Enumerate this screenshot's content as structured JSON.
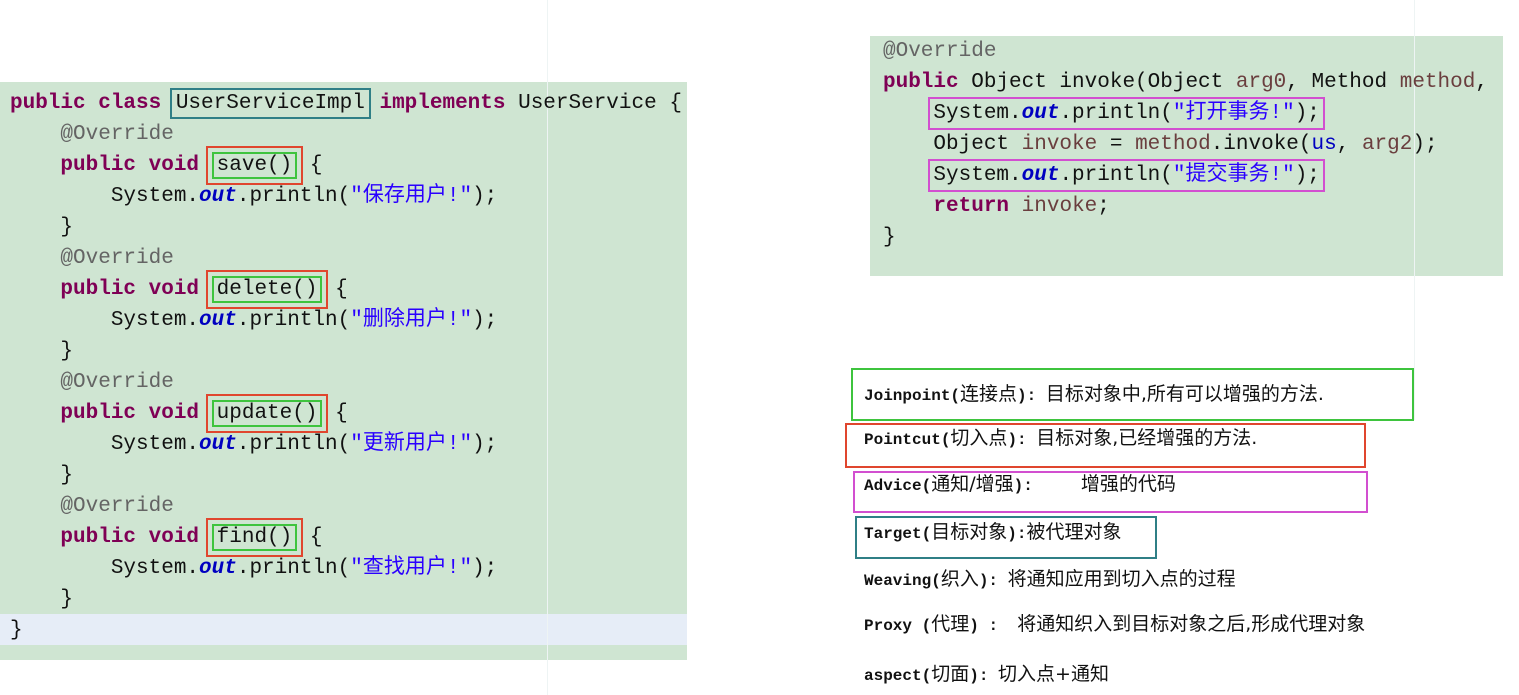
{
  "left_code": [
    [
      {
        "t": "public class ",
        "c": "kw"
      },
      {
        "t": "UserServiceImpl",
        "c": "plain",
        "box": "teal"
      },
      {
        "t": " implements ",
        "c": "kw"
      },
      {
        "t": "UserService {",
        "c": "plain"
      }
    ],
    [
      {
        "t": "    @Override",
        "c": "ann"
      }
    ],
    [
      {
        "t": "    public void ",
        "c": "kw"
      },
      {
        "t": "save()",
        "c": "plain",
        "box": "rg"
      },
      {
        "t": " {",
        "c": "plain"
      }
    ],
    [
      {
        "t": "        System.",
        "c": "plain"
      },
      {
        "t": "out",
        "c": "field"
      },
      {
        "t": ".println(",
        "c": "plain"
      },
      {
        "t": "\"保存用户!\"",
        "c": "str"
      },
      {
        "t": ");",
        "c": "plain"
      }
    ],
    [
      {
        "t": "    }",
        "c": "plain"
      }
    ],
    [
      {
        "t": "    @Override",
        "c": "ann"
      }
    ],
    [
      {
        "t": "    public void ",
        "c": "kw"
      },
      {
        "t": "delete()",
        "c": "plain",
        "box": "rg"
      },
      {
        "t": " {",
        "c": "plain"
      }
    ],
    [
      {
        "t": "        System.",
        "c": "plain"
      },
      {
        "t": "out",
        "c": "field"
      },
      {
        "t": ".println(",
        "c": "plain"
      },
      {
        "t": "\"删除用户!\"",
        "c": "str"
      },
      {
        "t": ");",
        "c": "plain"
      }
    ],
    [
      {
        "t": "    }",
        "c": "plain"
      }
    ],
    [
      {
        "t": "    @Override",
        "c": "ann"
      }
    ],
    [
      {
        "t": "    public void ",
        "c": "kw"
      },
      {
        "t": "update()",
        "c": "plain",
        "box": "rg"
      },
      {
        "t": " {",
        "c": "plain"
      }
    ],
    [
      {
        "t": "        System.",
        "c": "plain"
      },
      {
        "t": "out",
        "c": "field"
      },
      {
        "t": ".println(",
        "c": "plain"
      },
      {
        "t": "\"更新用户!\"",
        "c": "str"
      },
      {
        "t": ");",
        "c": "plain"
      }
    ],
    [
      {
        "t": "    }",
        "c": "plain"
      }
    ],
    [
      {
        "t": "    @Override",
        "c": "ann"
      }
    ],
    [
      {
        "t": "    public void ",
        "c": "kw"
      },
      {
        "t": "find()",
        "c": "plain",
        "box": "rg"
      },
      {
        "t": " {",
        "c": "plain"
      }
    ],
    [
      {
        "t": "        System.",
        "c": "plain"
      },
      {
        "t": "out",
        "c": "field"
      },
      {
        "t": ".println(",
        "c": "plain"
      },
      {
        "t": "\"查找用户!\"",
        "c": "str"
      },
      {
        "t": ");",
        "c": "plain"
      }
    ],
    [
      {
        "t": "    }",
        "c": "plain"
      }
    ],
    [
      {
        "t": "}",
        "c": "plain"
      }
    ]
  ],
  "right_code": [
    [
      {
        "t": "@Override",
        "c": "ann"
      }
    ],
    [
      {
        "t": "public ",
        "c": "kw"
      },
      {
        "t": "Object invoke(Object ",
        "c": "plain"
      },
      {
        "t": "arg0",
        "c": "var"
      },
      {
        "t": ", Method ",
        "c": "plain"
      },
      {
        "t": "method",
        "c": "var"
      },
      {
        "t": ",",
        "c": "plain"
      }
    ],
    [
      {
        "t": "    ",
        "c": "plain"
      },
      {
        "t": "System.<out>.println(\"打开事务!\");",
        "c": "plain",
        "box": "mag"
      }
    ],
    [
      {
        "t": "    Object ",
        "c": "plain"
      },
      {
        "t": "invoke",
        "c": "var"
      },
      {
        "t": " = ",
        "c": "plain"
      },
      {
        "t": "method",
        "c": "var"
      },
      {
        "t": ".invoke(",
        "c": "plain"
      },
      {
        "t": "us",
        "c": "field2"
      },
      {
        "t": ", ",
        "c": "plain"
      },
      {
        "t": "arg2",
        "c": "var"
      },
      {
        "t": ");",
        "c": "plain"
      }
    ],
    [
      {
        "t": "    ",
        "c": "plain"
      },
      {
        "t": "System.<out>.println(\"提交事务!\");",
        "c": "plain",
        "box": "mag"
      }
    ],
    [
      {
        "t": "    ",
        "c": "plain"
      },
      {
        "t": "return",
        "c": "kw"
      },
      {
        "t": " ",
        "c": "plain"
      },
      {
        "t": "invoke",
        "c": "var"
      },
      {
        "t": ";",
        "c": "plain"
      }
    ],
    [
      {
        "t": "}",
        "c": "plain"
      }
    ]
  ],
  "definitions": [
    {
      "term": "Joinpoint(",
      "zh_term": "连接点",
      "sep": "): ",
      "desc": "目标对象中,所有可以增强的方法."
    },
    {
      "term": "Pointcut(",
      "zh_term": "切入点",
      "sep": "): ",
      "desc": "目标对象,已经增强的方法."
    },
    {
      "term": "Advice(",
      "zh_term": "通知/增强",
      "sep": "):     ",
      "desc": "增强的代码"
    },
    {
      "term": "Target(",
      "zh_term": "目标对象",
      "sep": "):",
      "desc": "被代理对象"
    },
    {
      "term": "Weaving(",
      "zh_term": "织入",
      "sep": "): ",
      "desc": "将通知应用到切入点的过程"
    },
    {
      "term": "Proxy (",
      "zh_term": "代理",
      "sep": ") :  ",
      "desc": "将通知织入到目标对象之后,形成代理对象"
    },
    {
      "term": "aspect(",
      "zh_term": "切面",
      "sep": "): ",
      "desc": "切入点+通知"
    }
  ],
  "colors": {
    "panel": "#cfe5d2",
    "green_box": "#3ec43e",
    "red_box": "#e0462e",
    "magenta_box": "#d24fd0",
    "teal_box": "#2f7f86"
  }
}
